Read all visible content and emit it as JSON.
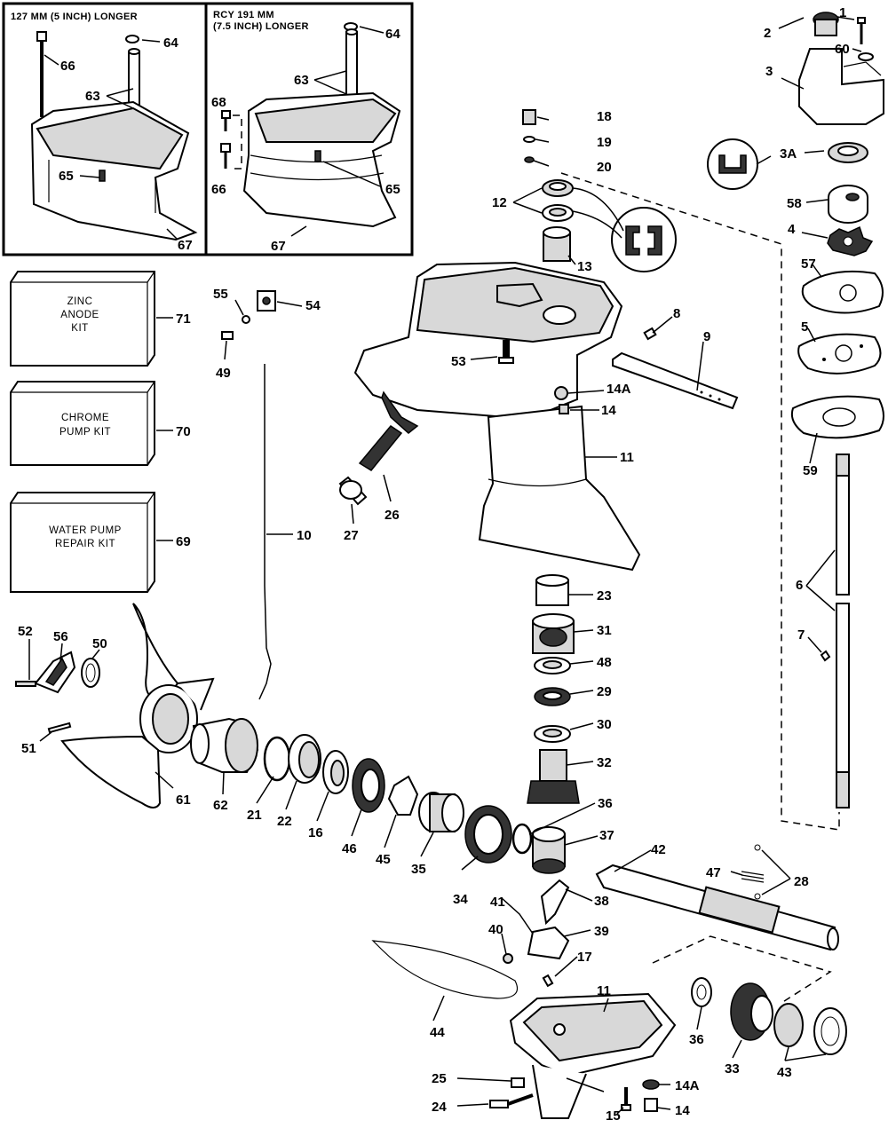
{
  "insets": [
    {
      "id": "inset-left",
      "title": "127 MM (5 INCH) LONGER"
    },
    {
      "id": "inset-right",
      "title_line1": "RCY 191 MM",
      "title_line2": "(7.5 INCH) LONGER"
    }
  ],
  "kits": [
    {
      "id": "kit-71",
      "lines": [
        "ZINC",
        "ANODE",
        "KIT"
      ],
      "number": "71"
    },
    {
      "id": "kit-70",
      "lines": [
        "CHROME",
        "PUMP KIT"
      ],
      "number": "70"
    },
    {
      "id": "kit-69",
      "lines": [
        "WATER PUMP",
        "REPAIR KIT"
      ],
      "number": "69"
    }
  ],
  "callouts": {
    "c1": "1",
    "c2": "2",
    "c3": "3",
    "c3a": "3A",
    "c4": "4",
    "c5": "5",
    "c6": "6",
    "c7": "7",
    "c8": "8",
    "c9": "9",
    "c10": "10",
    "c11a": "11",
    "c11b": "11",
    "c12": "12",
    "c13": "13",
    "c14a": "14",
    "c14b": "14",
    "c14Aa": "14A",
    "c14Ab": "14A",
    "c15": "15",
    "c16": "16",
    "c17": "17",
    "c18": "18",
    "c19": "19",
    "c20": "20",
    "c21": "21",
    "c22": "22",
    "c23": "23",
    "c24": "24",
    "c25": "25",
    "c26": "26",
    "c27": "27",
    "c28": "28",
    "c29": "29",
    "c30": "30",
    "c31": "31",
    "c32": "32",
    "c33": "33",
    "c34": "34",
    "c35": "35",
    "c36a": "36",
    "c36b": "36",
    "c37": "37",
    "c38": "38",
    "c39": "39",
    "c40": "40",
    "c41": "41",
    "c42": "42",
    "c43": "43",
    "c44": "44",
    "c45": "45",
    "c46": "46",
    "c47": "47",
    "c48": "48",
    "c49": "49",
    "c50": "50",
    "c51": "51",
    "c52": "52",
    "c53": "53",
    "c54": "54",
    "c55": "55",
    "c56": "56",
    "c57": "57",
    "c58": "58",
    "c59": "59",
    "c60": "60",
    "c61": "61",
    "c62": "62",
    "c63a": "63",
    "c63b": "63",
    "c64a": "64",
    "c64b": "64",
    "c65a": "65",
    "c65b": "65",
    "c66a": "66",
    "c66b": "66",
    "c67a": "67",
    "c67b": "67",
    "c68": "68"
  }
}
